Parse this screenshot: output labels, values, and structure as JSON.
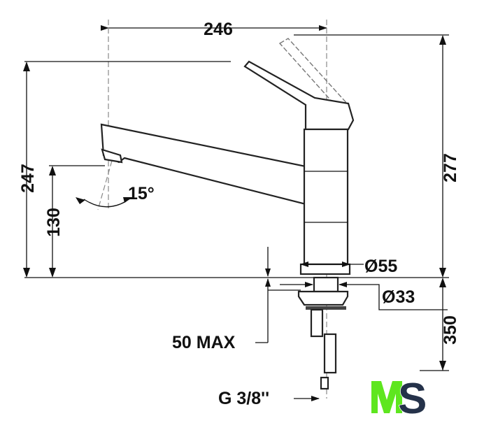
{
  "drawing": {
    "dimensions": {
      "width_reach": "246",
      "height_spout": "247",
      "height_outlet": "130",
      "swivel_angle": "15°",
      "total_height": "277",
      "base_diameter": "Ø55",
      "hole_diameter": "Ø33",
      "hose_length": "350",
      "max_thickness": "50 MAX",
      "connection": "G 3/8''"
    }
  },
  "logo": {
    "text": "MS",
    "colors": {
      "m": "#5ee61f",
      "s": "#25324a"
    }
  }
}
